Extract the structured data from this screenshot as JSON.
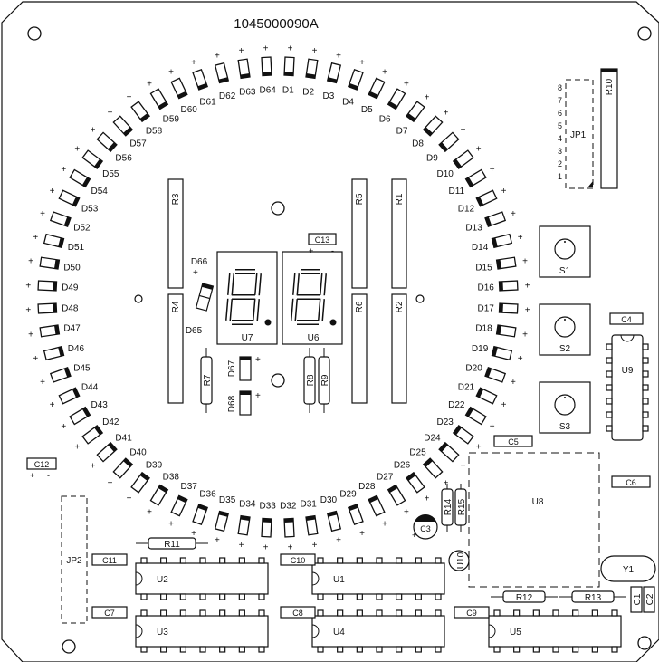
{
  "board": {
    "part_number": "1045000090A"
  },
  "leds": [
    "D1",
    "D2",
    "D3",
    "D4",
    "D5",
    "D6",
    "D7",
    "D8",
    "D9",
    "D10",
    "D11",
    "D12",
    "D13",
    "D14",
    "D15",
    "D16",
    "D17",
    "D18",
    "D19",
    "D20",
    "D21",
    "D22",
    "D23",
    "D24",
    "D25",
    "D26",
    "D27",
    "D28",
    "D29",
    "D30",
    "D31",
    "D32",
    "D33",
    "D34",
    "D35",
    "D36",
    "D37",
    "D38",
    "D39",
    "D40",
    "D41",
    "D42",
    "D43",
    "D44",
    "D45",
    "D46",
    "D47",
    "D48",
    "D49",
    "D50",
    "D51",
    "D52",
    "D53",
    "D54",
    "D55",
    "D56",
    "D57",
    "D58",
    "D59",
    "D60",
    "D61",
    "D62",
    "D63",
    "D64"
  ],
  "led_polarity": "+",
  "inner_leds": [
    "D65",
    "D66",
    "D67",
    "D68"
  ],
  "displays": [
    "U7",
    "U6"
  ],
  "ics": {
    "dip14": [
      "U2",
      "U1",
      "U3",
      "U4",
      "U5"
    ],
    "u9": "U9",
    "u8": "U8",
    "u10": "U10"
  },
  "resistors": {
    "vertical_long": [
      "R3",
      "R4",
      "R5",
      "R6",
      "R1",
      "R2"
    ],
    "small": [
      "R7",
      "R8",
      "R9",
      "R14",
      "R15"
    ],
    "horizontal": [
      "R11",
      "R12",
      "R13"
    ],
    "r10": "R10"
  },
  "capacitors": [
    "C13",
    "C12",
    "C11",
    "C10",
    "C7",
    "C8",
    "C9",
    "C5",
    "C6",
    "C4",
    "C3",
    "C1",
    "C2"
  ],
  "switches": [
    "S1",
    "S2",
    "S3"
  ],
  "jumpers": {
    "jp1": "JP1",
    "jp2": "JP2",
    "jp1_pins": [
      "8",
      "7",
      "6",
      "5",
      "4",
      "3",
      "2",
      "1"
    ]
  },
  "crystal": "Y1"
}
